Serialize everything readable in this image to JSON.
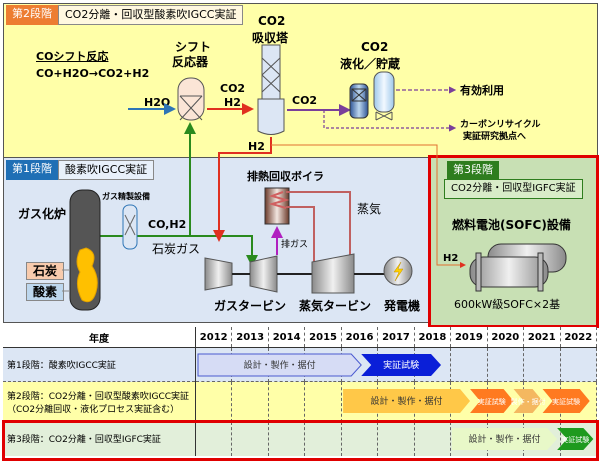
{
  "stage2": {
    "badge": "第2段階",
    "title": "CO2分離・回収型酸素吹IGCC実証",
    "badge_color": "#ed7d31",
    "shift_reaction_title": "COシフト反応",
    "shift_reaction_formula": "CO+H2O→CO2+H2",
    "shift_reactor_label_1": "シフト",
    "shift_reactor_label_2": "反応器",
    "h2o_label": "H2O",
    "co2_label_1": "CO2",
    "h2_label_1": "H2",
    "absorber_label_1": "CO2",
    "absorber_label_2": "吸収塔",
    "co2_to_storage_label": "CO2",
    "storage_label_1": "CO2",
    "storage_label_2": "液化／貯蔵",
    "effective_use": "有効利用",
    "carbon_recycle_1": "カーボンリサイクル",
    "carbon_recycle_2": "実証研究拠点へ",
    "h2_out_label": "H2"
  },
  "stage1": {
    "badge": "第1段階",
    "title": "酸素吹IGCC実証",
    "badge_color": "#1f6fb5",
    "gasifier": "ガス化炉",
    "gas_cleanup": "ガス精製設備",
    "co_h2": "CO,H2",
    "coal_gas": "石炭ガス",
    "coal": "石炭",
    "oxygen": "酸素",
    "hrsg": "排熱回収ボイラ",
    "steam": "蒸気",
    "exhaust": "排ガス",
    "gas_turbine": "ガスタービン",
    "steam_turbine": "蒸気タービン",
    "generator": "発電機"
  },
  "stage3": {
    "badge": "第3段階",
    "title": "CO2分離・回収型IGFC実証",
    "badge_color": "#2e7d1e",
    "sofc_title": "燃料電池(SOFC)設備",
    "h2_label": "H2",
    "sofc_spec": "600kW級SOFC×2基"
  },
  "schedule": {
    "header_label": "年度",
    "years": [
      "2012",
      "2013",
      "2014",
      "2015",
      "2016",
      "2017",
      "2018",
      "2019",
      "2020",
      "2021",
      "2022"
    ],
    "rows": [
      {
        "label": "第1段階：酸素吹IGCC実証",
        "label2": "",
        "bars": [
          {
            "text": "設計・製作・据付",
            "start": 2012,
            "end": 2016.5
          },
          {
            "text": "実証試験",
            "start": 2016.5,
            "end": 2018.7
          }
        ]
      },
      {
        "label": "第2段階：CO2分離・回収型酸素吹IGCC実証",
        "label2": "（CO2分離回収・液化プロセス実証含む）",
        "bars": [
          {
            "text": "設計・製作・据付",
            "start": 2016,
            "end": 2019.5
          },
          {
            "text": "実証試験",
            "start": 2019.5,
            "end": 2020.7
          },
          {
            "text": "製作・据付",
            "start": 2020.7,
            "end": 2021.5
          },
          {
            "text": "実証試験",
            "start": 2021.5,
            "end": 2022.8
          }
        ]
      },
      {
        "label": "第3段階：CO2分離・回収型IGFC実証",
        "label2": "",
        "bars": [
          {
            "text": "設計・製作・据付",
            "start": 2019,
            "end": 2021.9
          },
          {
            "text": "実証試験",
            "start": 2021.9,
            "end": 2022.9
          }
        ]
      }
    ]
  }
}
